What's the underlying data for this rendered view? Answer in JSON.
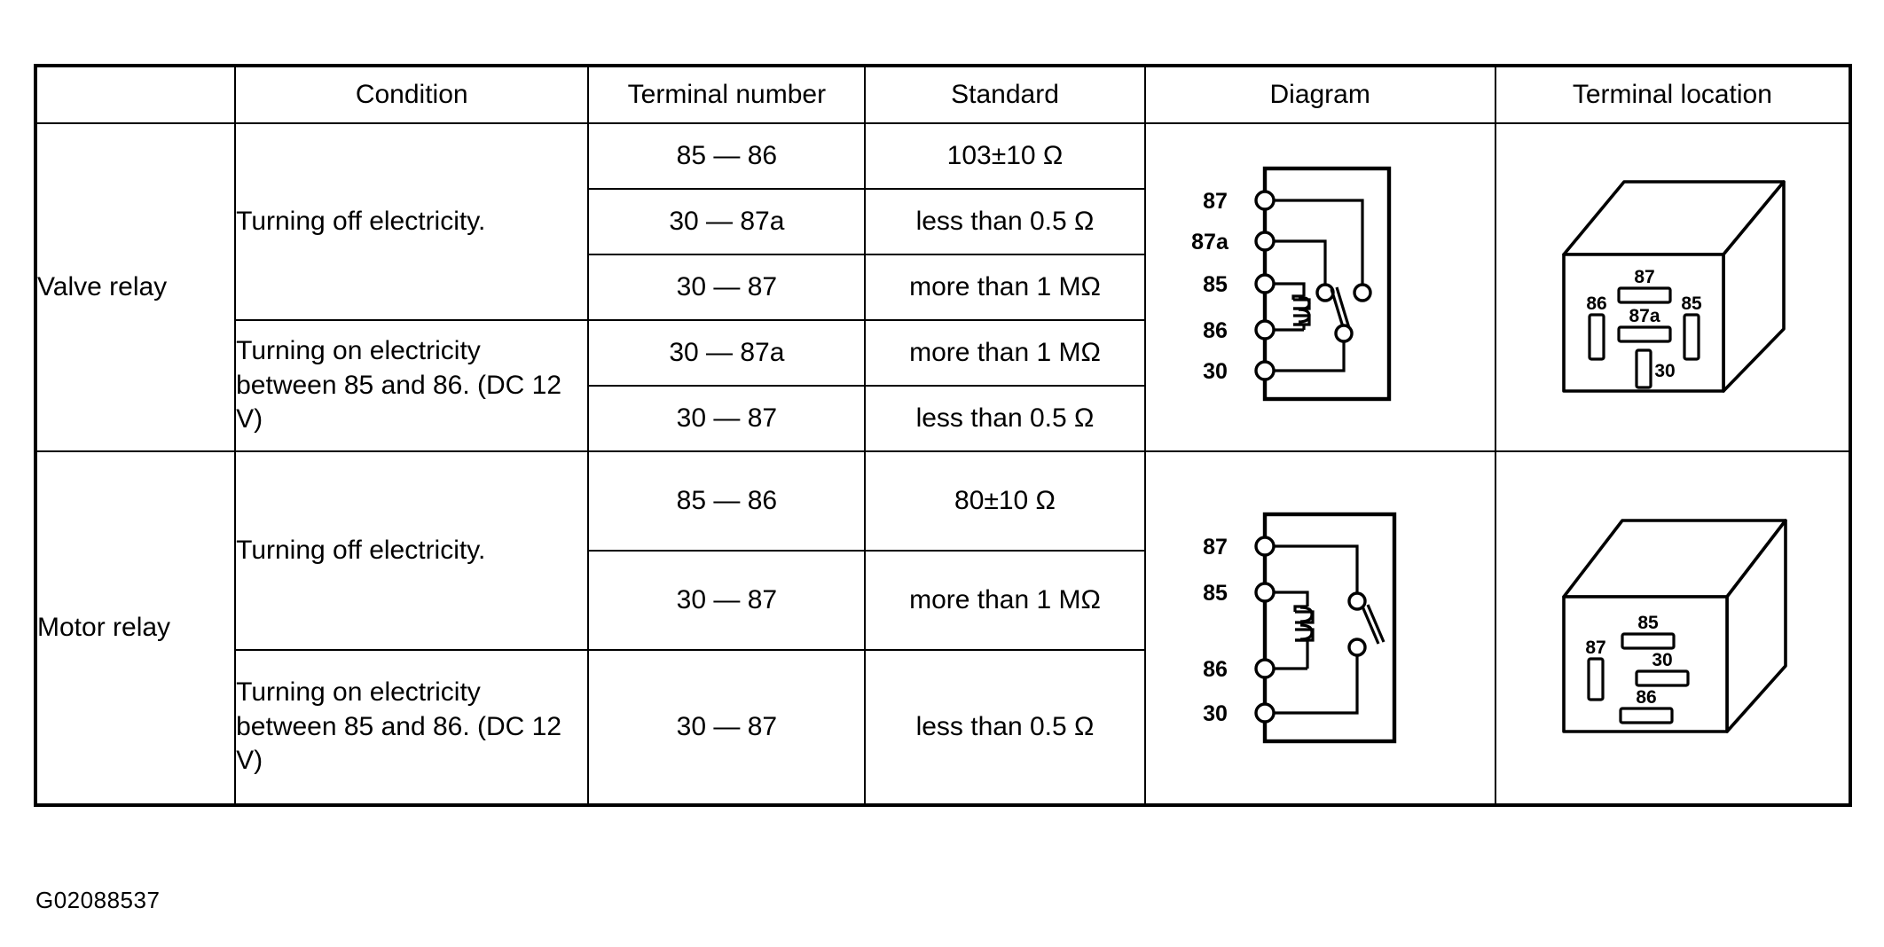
{
  "figure_id": "G02088537",
  "table": {
    "headers": [
      {
        "key": "blank",
        "label": ""
      },
      {
        "key": "condition",
        "label": "Condition"
      },
      {
        "key": "terminal",
        "label": "Terminal number"
      },
      {
        "key": "standard",
        "label": "Standard"
      },
      {
        "key": "diagram",
        "label": "Diagram"
      },
      {
        "key": "location",
        "label": "Terminal location"
      }
    ],
    "sections": [
      {
        "name": "Valve relay",
        "conditions": [
          {
            "text": "Turning off electricity.",
            "rows": [
              {
                "terminal": "85 — 86",
                "standard": "103±10 Ω"
              },
              {
                "terminal": "30 — 87a",
                "standard": "less than 0.5 Ω"
              },
              {
                "terminal": "30 — 87",
                "standard": "more than 1 MΩ"
              }
            ]
          },
          {
            "text": "Turning on electricity between 85 and 86. (DC 12 V)",
            "rows": [
              {
                "terminal": "30 — 87a",
                "standard": "more than 1 MΩ"
              },
              {
                "terminal": "30 — 87",
                "standard": "less than 0.5 Ω"
              }
            ]
          }
        ],
        "diagram": {
          "type": "relay-schematic",
          "terminals": [
            "87",
            "87a",
            "85",
            "86",
            "30"
          ]
        },
        "location": {
          "type": "relay-body-3d",
          "blades": [
            {
              "label": "87",
              "orientation": "horizontal"
            },
            {
              "label": "86",
              "orientation": "vertical"
            },
            {
              "label": "87a",
              "orientation": "horizontal"
            },
            {
              "label": "85",
              "orientation": "vertical"
            },
            {
              "label": "30",
              "orientation": "vertical"
            }
          ]
        }
      },
      {
        "name": "Motor relay",
        "conditions": [
          {
            "text": "Turning off electricity.",
            "rows": [
              {
                "terminal": "85 — 86",
                "standard": "80±10 Ω"
              },
              {
                "terminal": "30 — 87",
                "standard": "more than 1 MΩ"
              }
            ]
          },
          {
            "text": "Turning on electricity between 85 and 86. (DC 12 V)",
            "rows": [
              {
                "terminal": "30 — 87",
                "standard": "less than 0.5 Ω"
              }
            ]
          }
        ],
        "diagram": {
          "type": "relay-schematic",
          "terminals": [
            "87",
            "85",
            "86",
            "30"
          ]
        },
        "location": {
          "type": "relay-body-3d",
          "blades": [
            {
              "label": "87",
              "orientation": "vertical"
            },
            {
              "label": "85",
              "orientation": "horizontal"
            },
            {
              "label": "30",
              "orientation": "horizontal"
            },
            {
              "label": "86",
              "orientation": "horizontal"
            }
          ]
        }
      }
    ]
  },
  "colors": {
    "ink": "#000000",
    "paper": "#ffffff"
  }
}
